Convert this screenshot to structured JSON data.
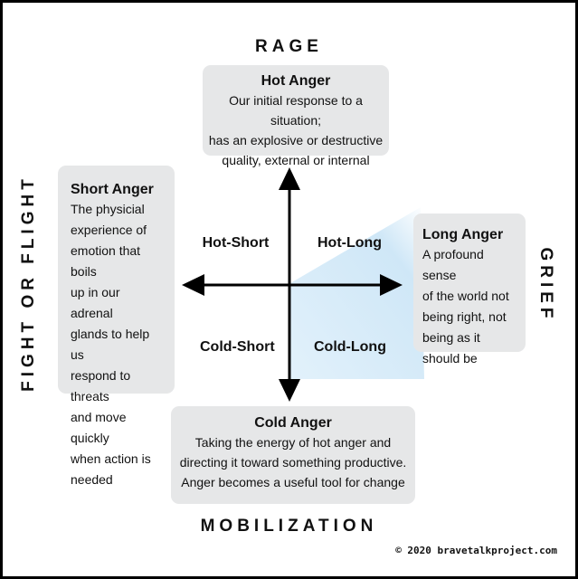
{
  "axes": {
    "top": "RAGE",
    "bottom": "MOBILIZATION",
    "left": "FIGHT OR FLIGHT",
    "right": "GRIEF"
  },
  "boxes": {
    "hot": {
      "title": "Hot Anger",
      "lines": [
        "Our initial response to a situation;",
        "has an explosive or destructive",
        "quality, external or internal"
      ]
    },
    "short": {
      "title": "Short Anger",
      "lines": [
        "The physicial",
        "experience of",
        "emotion that boils",
        "up in our adrenal",
        "glands to help us",
        "respond to threats",
        "and move quickly",
        "when action is",
        "needed"
      ]
    },
    "long": {
      "title": "Long Anger",
      "lines": [
        "A profound sense",
        "of the world not",
        "being right, not",
        "being as it",
        "should be"
      ]
    },
    "cold": {
      "title": "Cold Anger",
      "lines": [
        "Taking the energy of hot anger and",
        "directing it toward something productive.",
        "Anger becomes a useful tool for change"
      ]
    }
  },
  "quadrants": {
    "hot_short": "Hot-Short",
    "hot_long": "Hot-Long",
    "cold_short": "Cold-Short",
    "cold_long": "Cold-Long"
  },
  "colors": {
    "box_fill": "#e6e7e8",
    "highlight": "#d6ebf8",
    "arrow": "#000000"
  },
  "icons": {
    "arrow_up": "arrow-up-icon",
    "arrow_down": "arrow-down-icon",
    "arrow_left": "arrow-left-icon",
    "arrow_right": "arrow-right-icon"
  },
  "copyright": "© 2020 bravetalkproject.com"
}
